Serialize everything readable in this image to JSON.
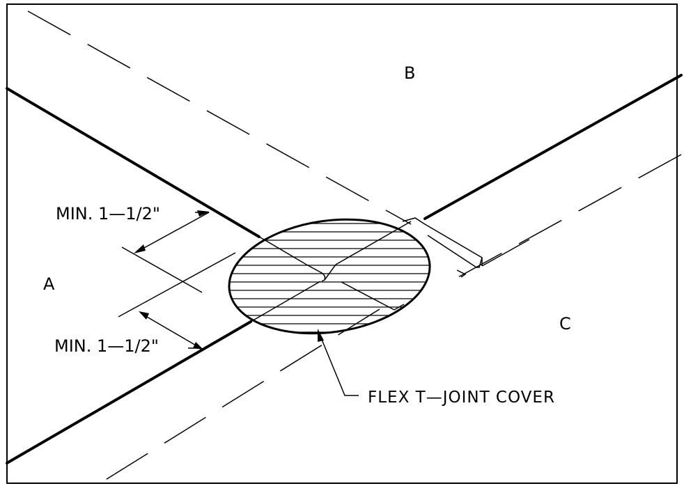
{
  "labels": {
    "region_a": "A",
    "region_b": "B",
    "region_c": "C"
  },
  "dimensions": {
    "upper": "MIN. 1—1/2\"",
    "lower": "MIN. 1—1/2\""
  },
  "callout": {
    "text": "FLEX T—JOINT COVER"
  }
}
